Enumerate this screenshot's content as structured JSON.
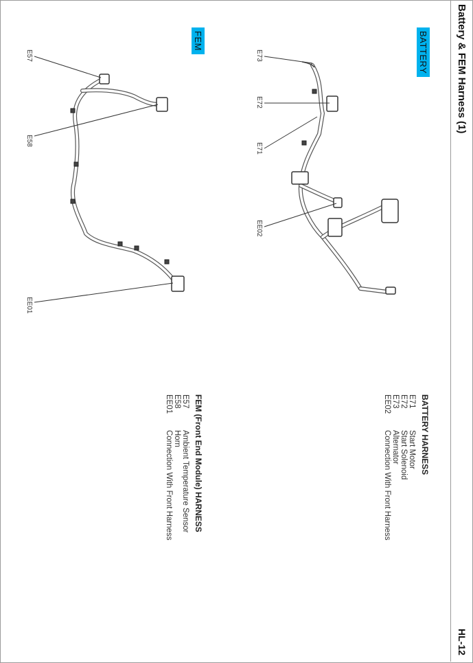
{
  "header": {
    "title": "Battery & FEM Harness (1)",
    "page": "HL-12"
  },
  "tags": {
    "battery": "BATTERY",
    "fem": "FEM"
  },
  "callouts": {
    "e73": "E73",
    "e72": "E72",
    "e71": "E71",
    "ee02": "EE02",
    "e57": "E57",
    "e58": "E58",
    "ee01": "EE01"
  },
  "legend": {
    "battery": {
      "title": "BATTERY HARNESS",
      "items": [
        {
          "code": "E71",
          "desc": "Start Motor"
        },
        {
          "code": "E72",
          "desc": "Start Solenoid"
        },
        {
          "code": "E73",
          "desc": "Alternator"
        },
        {
          "code": "EE02",
          "desc": "Connection With Front Harness"
        }
      ]
    },
    "fem": {
      "title": "FEM (Front End Module) HARNESS",
      "items": [
        {
          "code": "E57",
          "desc": "Ambient Temperature Sensor"
        },
        {
          "code": "E58",
          "desc": "Horn"
        },
        {
          "code": "EE01",
          "desc": "Connection With Front Harness"
        }
      ]
    }
  }
}
